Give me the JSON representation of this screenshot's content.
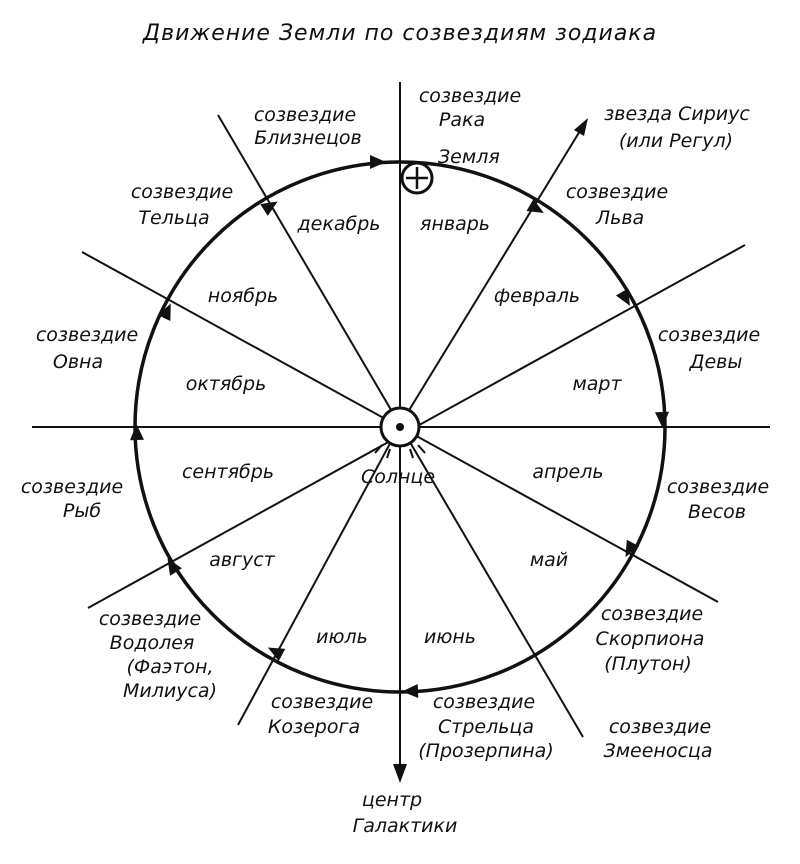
{
  "title": "Движение Земли по созвездиям зодиака",
  "sun_label": "Солнце",
  "earth_label": "Земля",
  "months": {
    "january": "январь",
    "february": "февраль",
    "march": "март",
    "april": "апрель",
    "may": "май",
    "june": "июнь",
    "july": "июль",
    "august": "август",
    "september": "сентябрь",
    "october": "октябрь",
    "november": "ноябрь",
    "december": "декабрь"
  },
  "constellations": {
    "cancer": [
      "созвездие",
      "Рака"
    ],
    "leo": [
      "созвездие",
      "Льва"
    ],
    "virgo": [
      "созвездие",
      "Девы"
    ],
    "libra": [
      "созвездие",
      "Весов"
    ],
    "scorpio": [
      "созвездие",
      "Скорпиона",
      "(Плутон)"
    ],
    "ophiuchus": [
      "созвездие",
      "Змееносца"
    ],
    "sagittarius": [
      "созвездие",
      "Стрельца",
      "(Прозерпина)"
    ],
    "capricorn": [
      "созвездие",
      "Козерога"
    ],
    "aquarius": [
      "созвездие",
      "Водолея",
      "(Фаэтон,",
      "Милиуса)"
    ],
    "pisces": [
      "созвездие",
      "Рыб"
    ],
    "aries": [
      "созвездие",
      "Овна"
    ],
    "taurus": [
      "созвездие",
      "Тельца"
    ],
    "gemini": [
      "созвездие",
      "Близнецов"
    ]
  },
  "sirius": [
    "звезда Сириус",
    "(или Регул)"
  ],
  "galactic_center": [
    "центр",
    "Галактики"
  ]
}
